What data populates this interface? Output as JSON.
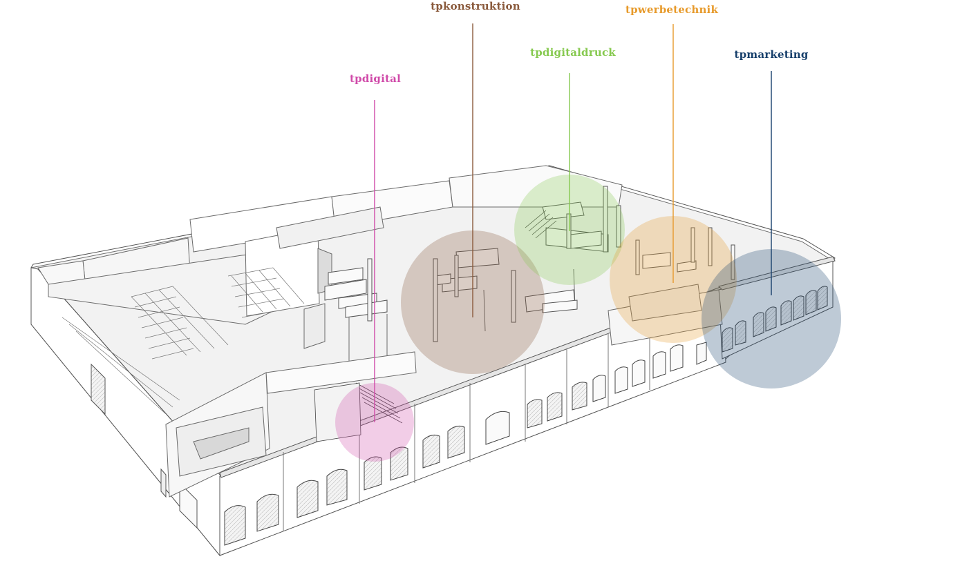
{
  "zones": [
    {
      "id": "konstruktion",
      "label": "tpkonstruktion",
      "color": "#8a5a3c"
    },
    {
      "id": "werbetechnik",
      "label": "tpwerbetechnik",
      "color": "#e79a2b"
    },
    {
      "id": "digitaldruck",
      "label": "tpdigitaldruck",
      "color": "#86c94f"
    },
    {
      "id": "marketing",
      "label": "tpmarketing",
      "color": "#173f6b"
    },
    {
      "id": "digital",
      "label": "tpdigital",
      "color": "#d04aa9"
    }
  ]
}
